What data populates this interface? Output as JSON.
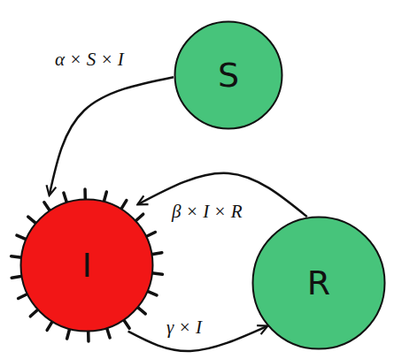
{
  "diagram": {
    "nodes": [
      {
        "text": [
          "S"
        ]
      },
      {
        "text": [
          "I"
        ]
      },
      {
        "text": [
          "R"
        ]
      }
    ],
    "edges": [
      {
        "from": 0,
        "to": 1,
        "arrow": "to",
        "label": "α × S × I"
      },
      {
        "from": 2,
        "to": 1,
        "arrow": "to",
        "label": "β × I × R"
      },
      {
        "from": 1,
        "to": 2,
        "arrow": "to",
        "label": "γ × I"
      }
    ]
  }
}
